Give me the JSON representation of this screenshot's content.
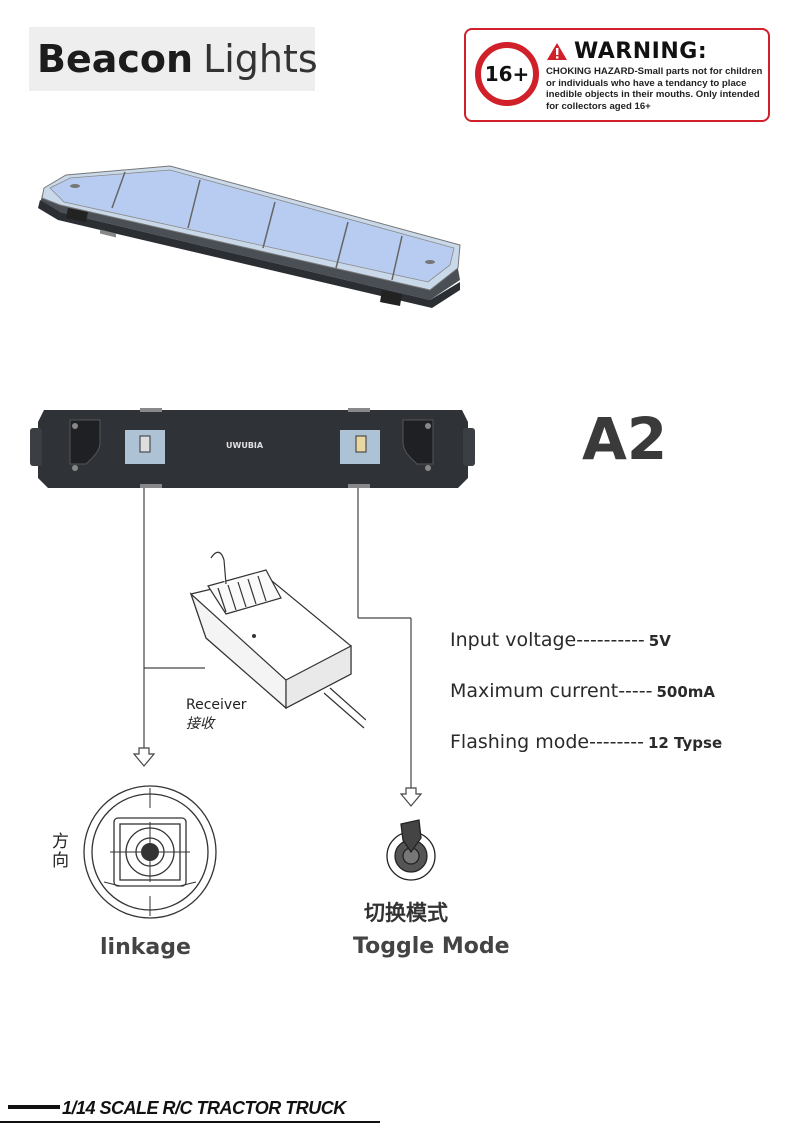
{
  "header": {
    "title_bold": "Beacon",
    "title_light": "Lights"
  },
  "warning": {
    "age_badge": "16+",
    "heading": "WARNING:",
    "body": "CHOKING HAZARD-Small parts not for children or individuals who have a tendancy to place inedible objects in their mouths. Only intended for collectors aged 16+",
    "accent_color": "#d0202a"
  },
  "model_code": "A2",
  "brand_on_bar": "UWUBIA",
  "specs": [
    {
      "label": "Input voltage----------",
      "value": "5V"
    },
    {
      "label": "Maximum current-----",
      "value": "500mA"
    },
    {
      "label": "Flashing mode--------",
      "value": "12 Typse"
    }
  ],
  "receiver": {
    "label_en": "Receiver",
    "label_cn": "接收"
  },
  "linkage": {
    "label_cn": "方向",
    "caption": "linkage"
  },
  "toggle": {
    "label_cn": "切换模式",
    "caption": "Toggle Mode"
  },
  "footer": {
    "text": "1/14 SCALE R/C TRACTOR TRUCK"
  }
}
